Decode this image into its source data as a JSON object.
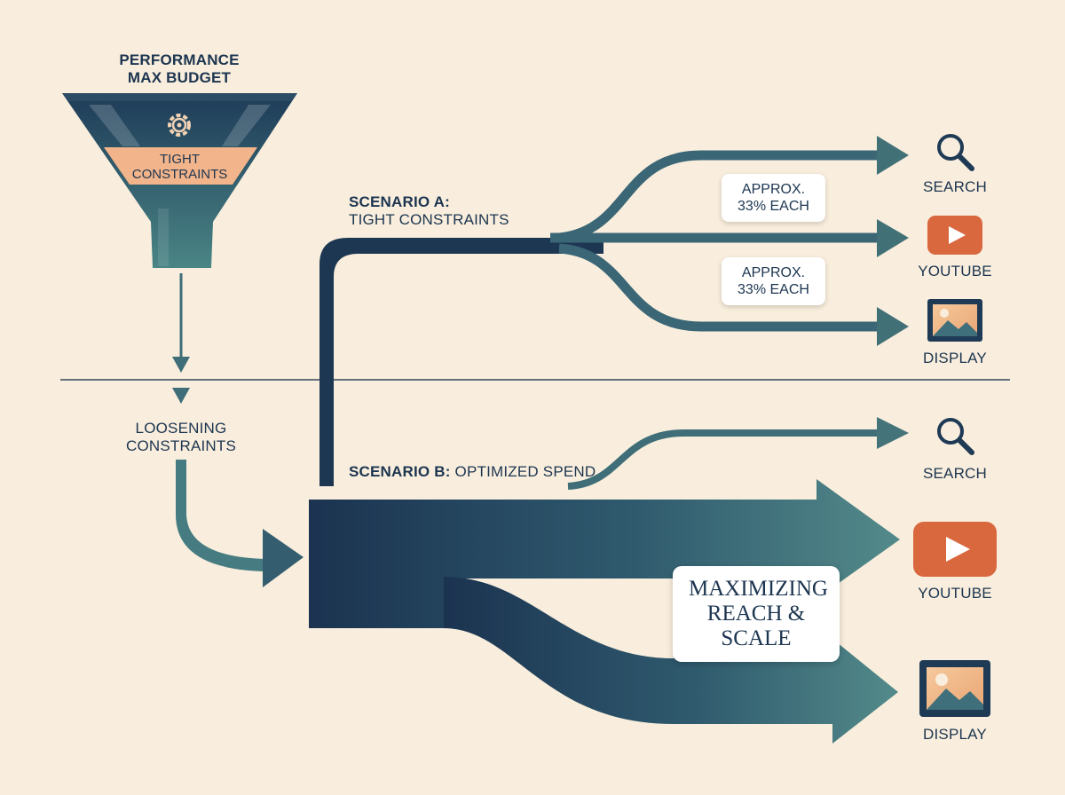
{
  "funnel": {
    "title_line1": "PERFORMANCE",
    "title_line2": "MAX BUDGET",
    "band_line1": "TIGHT",
    "band_line2": "CONSTRAINTS",
    "icon": "gear-icon"
  },
  "transition": {
    "label_line1": "LOOSENING",
    "label_line2": "CONSTRAINTS"
  },
  "scenario_a": {
    "title_bold": "SCENARIO A:",
    "title_rest": "TIGHT CONSTRAINTS",
    "callout_1_line1": "APPROX.",
    "callout_1_line2": "33% EACH",
    "callout_2_line1": "APPROX.",
    "callout_2_line2": "33% EACH",
    "channels": [
      {
        "label": "SEARCH",
        "icon": "magnifier-icon"
      },
      {
        "label": "YOUTUBE",
        "icon": "youtube-play-icon"
      },
      {
        "label": "DISPLAY",
        "icon": "image-icon"
      }
    ]
  },
  "scenario_b": {
    "title_bold": "SCENARIO B:",
    "title_rest": "OPTIMIZED SPEND",
    "callout_line1": "MAXIMIZING",
    "callout_line2": "REACH & SCALE",
    "channels": [
      {
        "label": "SEARCH",
        "icon": "magnifier-icon"
      },
      {
        "label": "YOUTUBE",
        "icon": "youtube-play-icon"
      },
      {
        "label": "DISPLAY",
        "icon": "image-icon"
      }
    ]
  },
  "colors": {
    "background": "#f9eedd",
    "navy": "#1c3550",
    "teal": "#4a7f86",
    "orange": "#d9683f",
    "peach": "#f2b48a"
  }
}
